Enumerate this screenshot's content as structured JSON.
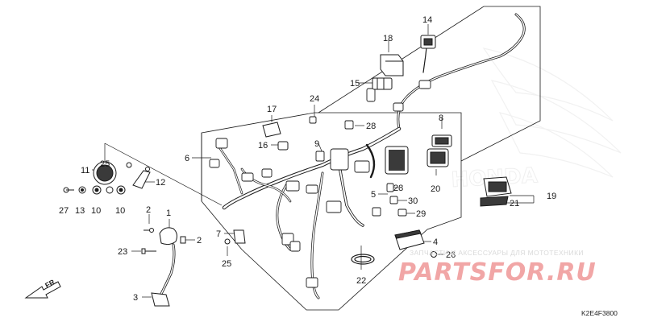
{
  "diagram": {
    "reference_code": "K2E4F3800",
    "front_arrow_label": "FR.",
    "callouts": [
      {
        "id": "c1",
        "label": "1"
      },
      {
        "id": "c2a",
        "label": "2"
      },
      {
        "id": "c2b",
        "label": "2"
      },
      {
        "id": "c3",
        "label": "3"
      },
      {
        "id": "c4",
        "label": "4"
      },
      {
        "id": "c5",
        "label": "5"
      },
      {
        "id": "c6",
        "label": "6"
      },
      {
        "id": "c7",
        "label": "7"
      },
      {
        "id": "c8",
        "label": "8"
      },
      {
        "id": "c9",
        "label": "9"
      },
      {
        "id": "c10a",
        "label": "10"
      },
      {
        "id": "c10b",
        "label": "10"
      },
      {
        "id": "c11",
        "label": "11"
      },
      {
        "id": "c12",
        "label": "12"
      },
      {
        "id": "c13",
        "label": "13"
      },
      {
        "id": "c14",
        "label": "14"
      },
      {
        "id": "c15",
        "label": "15"
      },
      {
        "id": "c16",
        "label": "16"
      },
      {
        "id": "c17",
        "label": "17"
      },
      {
        "id": "c18",
        "label": "18"
      },
      {
        "id": "c19",
        "label": "19"
      },
      {
        "id": "c20",
        "label": "20"
      },
      {
        "id": "c21",
        "label": "21"
      },
      {
        "id": "c22",
        "label": "22"
      },
      {
        "id": "c23",
        "label": "23"
      },
      {
        "id": "c24",
        "label": "24"
      },
      {
        "id": "c25a",
        "label": "25"
      },
      {
        "id": "c25b",
        "label": "25"
      },
      {
        "id": "c26",
        "label": "26"
      },
      {
        "id": "c27",
        "label": "27"
      },
      {
        "id": "c28a",
        "label": "28"
      },
      {
        "id": "c28b",
        "label": "28"
      },
      {
        "id": "c29",
        "label": "29"
      },
      {
        "id": "c30",
        "label": "30"
      }
    ]
  },
  "watermark": {
    "tagline": "ЗАПЧАСТИ И АКСЕССУАРЫ ДЛЯ МОТОТЕХНИКИ",
    "logo_text": "PARTSFOR.RU",
    "logo_color": "#e23b3b",
    "brand_watermark": "HONDA",
    "brand_color": "#e8e8e8"
  },
  "colors": {
    "line": "#1a1a1a",
    "part_fill": "#ffffff",
    "dark_part": "#3a3a3a"
  }
}
